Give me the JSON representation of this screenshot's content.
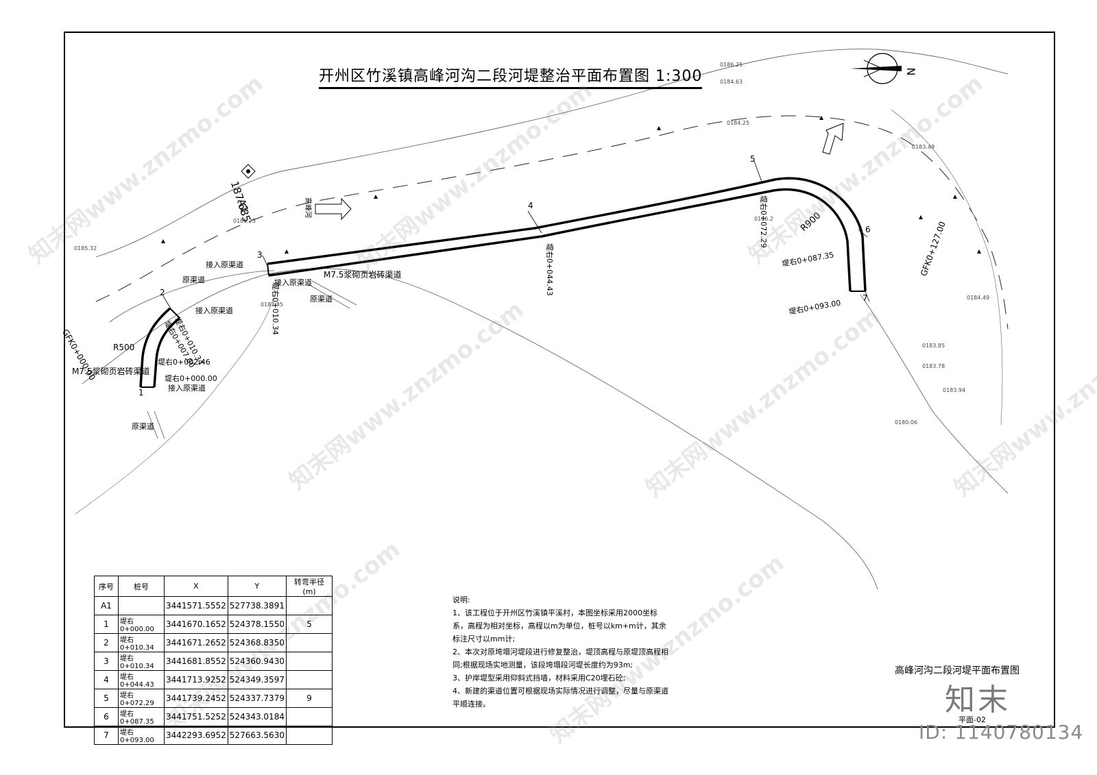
{
  "title": "开州区竹溪镇高峰河沟二段河堤整治平面布置图",
  "scale": "1:300",
  "north": "N",
  "point_a1": "A1",
  "elev_a1": "187.685",
  "river_name": "高峰河",
  "radius_label": "R900",
  "labels": {
    "orig_channel": "原渠道",
    "connect_channel": "接入原渠道",
    "masonry": "M7.5浆砌页岩砖渠道",
    "gfk0": "GFK0+000.00",
    "gfk1": "GFK0+127.00",
    "r500": "R500"
  },
  "stations": [
    "堤右0+000.00",
    "堤右0+002.46",
    "堤右0+007.00",
    "堤右0+010.34",
    "堤右0+010.34",
    "堤右0+044.43",
    "堤右0+072.29",
    "堤右0+087.35",
    "堤右0+093.00"
  ],
  "point_nums": [
    "1",
    "2",
    "3",
    "4",
    "5",
    "6",
    "7"
  ],
  "table": {
    "headers": [
      "序号",
      "桩号",
      "X",
      "Y",
      "转弯半径(m)"
    ],
    "rows": [
      {
        "no": "A1",
        "sta": "",
        "x": "3441571.5552",
        "y": "527738.3891",
        "r": ""
      },
      {
        "no": "1",
        "sta": "堤右0+000.00",
        "x": "3441670.1652",
        "y": "524378.1550",
        "r": "5"
      },
      {
        "no": "2",
        "sta": "堤右0+010.34",
        "x": "3441671.2652",
        "y": "524368.8350",
        "r": ""
      },
      {
        "no": "3",
        "sta": "堤右0+010.34",
        "x": "3441681.8552",
        "y": "524360.9430",
        "r": ""
      },
      {
        "no": "4",
        "sta": "堤右0+044.43",
        "x": "3441713.9252",
        "y": "524349.3597",
        "r": ""
      },
      {
        "no": "5",
        "sta": "堤右0+072.29",
        "x": "3441739.2452",
        "y": "524337.7379",
        "r": "9"
      },
      {
        "no": "6",
        "sta": "堤右0+087.35",
        "x": "3441751.5252",
        "y": "524343.0184",
        "r": ""
      },
      {
        "no": "7",
        "sta": "堤右0+093.00",
        "x": "3442293.6952",
        "y": "527663.5630",
        "r": ""
      }
    ]
  },
  "notes": {
    "head": "说明:",
    "items": [
      "1、该工程位于开州区竹溪镇平溪村，本图坐标采用2000坐标系，高程为相对坐标，高程以m为单位，桩号以km+m计，其余标注尺寸以mm计;",
      "2、本次对原垮塌河堤段进行修复整治，堤顶高程与原堤顶高程相同;根据现场实地测量，该段垮塌段河堤长度约为93m;",
      "3、护岸堤型采用仰斜式挡墙，材料采用C20埋石砼;",
      "4、新建的渠道位置可根据现场实际情况进行调整，尽量与原渠道平顺连接。"
    ]
  },
  "sheet_title": "高峰河沟二段河堤平面布置图",
  "sheet_no": "平面-02",
  "brand": "知末",
  "id_text": "ID: 1140780134",
  "watermark": "知末网www.znzmo.com",
  "elevations": [
    "0185.32",
    "0186.25",
    "0185.25",
    "0184.25",
    "0184.63",
    "0183.49",
    "0184.49",
    "0183.85",
    "0183.78",
    "0183.94",
    "0180.06",
    "0187.85",
    "0186.2"
  ]
}
